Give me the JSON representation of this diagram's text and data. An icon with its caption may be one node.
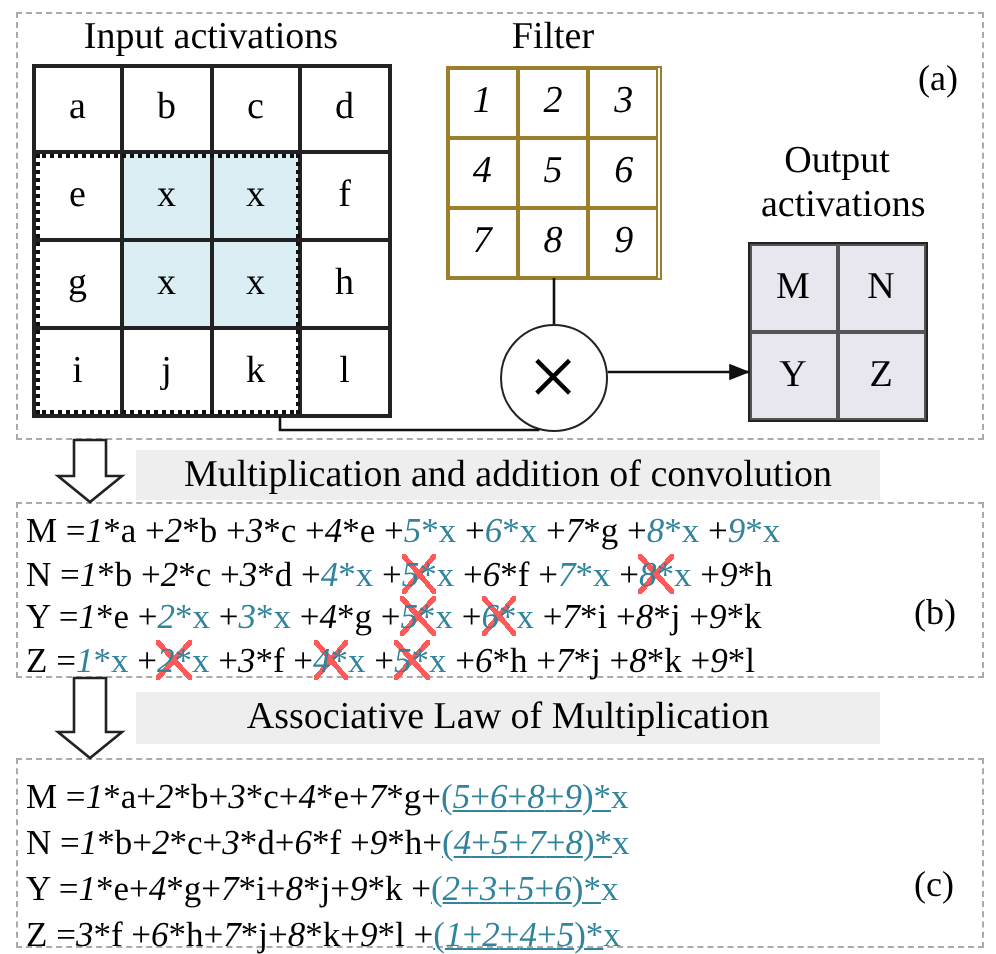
{
  "diagram": {
    "nodes": [
      {
        "text": [
          "(a)"
        ]
      },
      {
        "text": [
          "Input activations"
        ],
        "in": 0
      },
      {
        "text": [
          "a"
        ],
        "in": 1
      },
      {
        "text": [
          "b"
        ],
        "in": 1
      },
      {
        "text": [
          "c"
        ],
        "in": 1
      },
      {
        "text": [
          "d"
        ],
        "in": 1
      },
      {
        "text": [
          "e"
        ],
        "in": 1
      },
      {
        "text": [
          "x"
        ],
        "in": 1
      },
      {
        "text": [
          "x"
        ],
        "in": 1
      },
      {
        "text": [
          "f"
        ],
        "in": 1
      },
      {
        "text": [
          "g"
        ],
        "in": 1
      },
      {
        "text": [
          "x"
        ],
        "in": 1
      },
      {
        "text": [
          "x"
        ],
        "in": 1
      },
      {
        "text": [
          "h"
        ],
        "in": 1
      },
      {
        "text": [
          "i"
        ],
        "in": 1
      },
      {
        "text": [
          "j"
        ],
        "in": 1
      },
      {
        "text": [
          "k"
        ],
        "in": 1
      },
      {
        "text": [
          "l"
        ],
        "in": 1
      },
      {
        "text": [
          "Filter"
        ],
        "in": 0
      },
      {
        "text": [
          "1"
        ],
        "in": 18
      },
      {
        "text": [
          "2"
        ],
        "in": 18
      },
      {
        "text": [
          "3"
        ],
        "in": 18
      },
      {
        "text": [
          "4"
        ],
        "in": 18
      },
      {
        "text": [
          "5"
        ],
        "in": 18
      },
      {
        "text": [
          "6"
        ],
        "in": 18
      },
      {
        "text": [
          "7"
        ],
        "in": 18
      },
      {
        "text": [
          "8"
        ],
        "in": 18
      },
      {
        "text": [
          "9"
        ],
        "in": 18
      },
      {
        "text": [
          "×"
        ],
        "in": 0
      },
      {
        "text": [
          "Output activations"
        ],
        "in": 0
      },
      {
        "text": [
          "M"
        ],
        "in": 29
      },
      {
        "text": [
          "N"
        ],
        "in": 29
      },
      {
        "text": [
          "Y"
        ],
        "in": 29
      },
      {
        "text": [
          "Z"
        ],
        "in": 29
      },
      {
        "text": [
          "Multiplication and addition of convolution"
        ]
      },
      {
        "text": [
          "(b)"
        ]
      },
      {
        "text": [
          "Associative Law of Multiplication"
        ]
      },
      {
        "text": [
          "(c)"
        ]
      }
    ],
    "edges": [
      {
        "from": 16,
        "to": 28,
        "arrow": "none"
      },
      {
        "from": 18,
        "to": 28,
        "arrow": "none"
      },
      {
        "from": 28,
        "to": 29,
        "arrow": "to"
      },
      {
        "from": 0,
        "to": 35,
        "arrow": "to"
      },
      {
        "from": 35,
        "to": 37,
        "arrow": "to"
      }
    ],
    "labels": [
      "M =1*a +2*b +3*c +4*e +5*x +6*x +7*g +8*x +9*x",
      "N =1*b +2*c +3*d +4*x +5*x +6*f +7*x +8*x +9*h",
      "Y =1*e +2*x +3*x +4*g +5*x +6*x +7*i +8*j +9*k",
      "Z =1*x +2*x +3*f +4*x +5*x +6*h +7*j +8*k +9*l",
      "M =1*a+2*b+3*c+4*e+7*g+(5+6+8+9)*x",
      "N =1*b+2*c+3*d+6*f +9*h+(4+5+7+8)*x",
      "Y =1*e+4*g+7*i+8*j+9*k +(2+3+5+6)*x",
      "Z =3*f +6*h+7*j+8*k+9*l +(1+2+4+5)*x"
    ]
  }
}
